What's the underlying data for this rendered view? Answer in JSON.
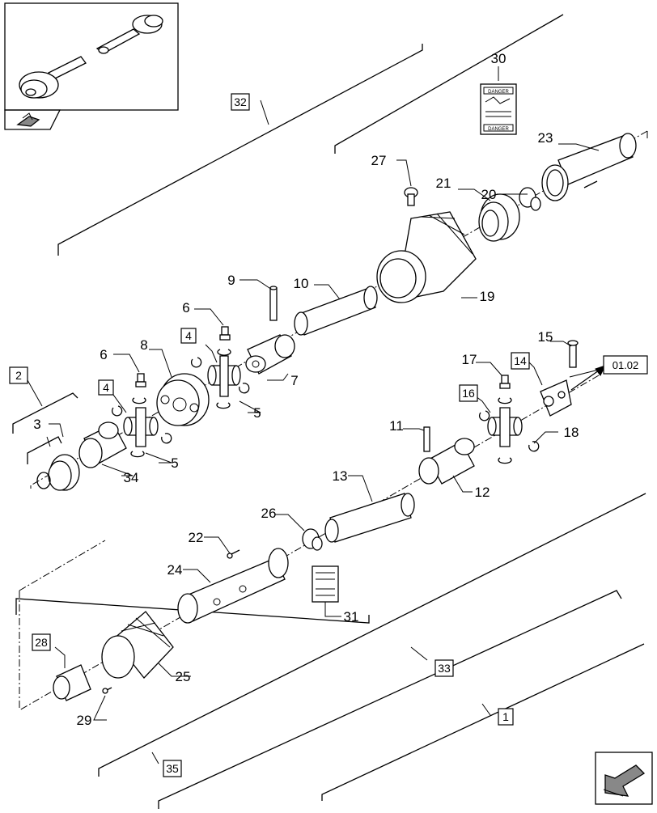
{
  "diagram": {
    "labels": {
      "l30": "30",
      "l23": "23",
      "l27": "27",
      "l21": "21",
      "l20": "20",
      "l9": "9",
      "l10": "10",
      "l19": "19",
      "l6a": "6",
      "l6b": "6",
      "l8": "8",
      "l7": "7",
      "l5a": "5",
      "l5b": "5",
      "l3": "3",
      "l34": "34",
      "l15": "15",
      "l17": "17",
      "l18": "18",
      "l11": "11",
      "l13": "13",
      "l12": "12",
      "l26": "26",
      "l22": "22",
      "l24": "24",
      "l31": "31",
      "l25": "25",
      "l29": "29"
    },
    "boxed_labels": {
      "b32": "32",
      "b2": "2",
      "b4a": "4",
      "b4b": "4",
      "b14": "14",
      "b16": "16",
      "b28": "28",
      "b33": "33",
      "b1": "1",
      "b35": "35"
    },
    "reference": "01.02",
    "decal_words": {
      "danger_top": "DANGER",
      "danger_bottom": "DANGER"
    }
  }
}
